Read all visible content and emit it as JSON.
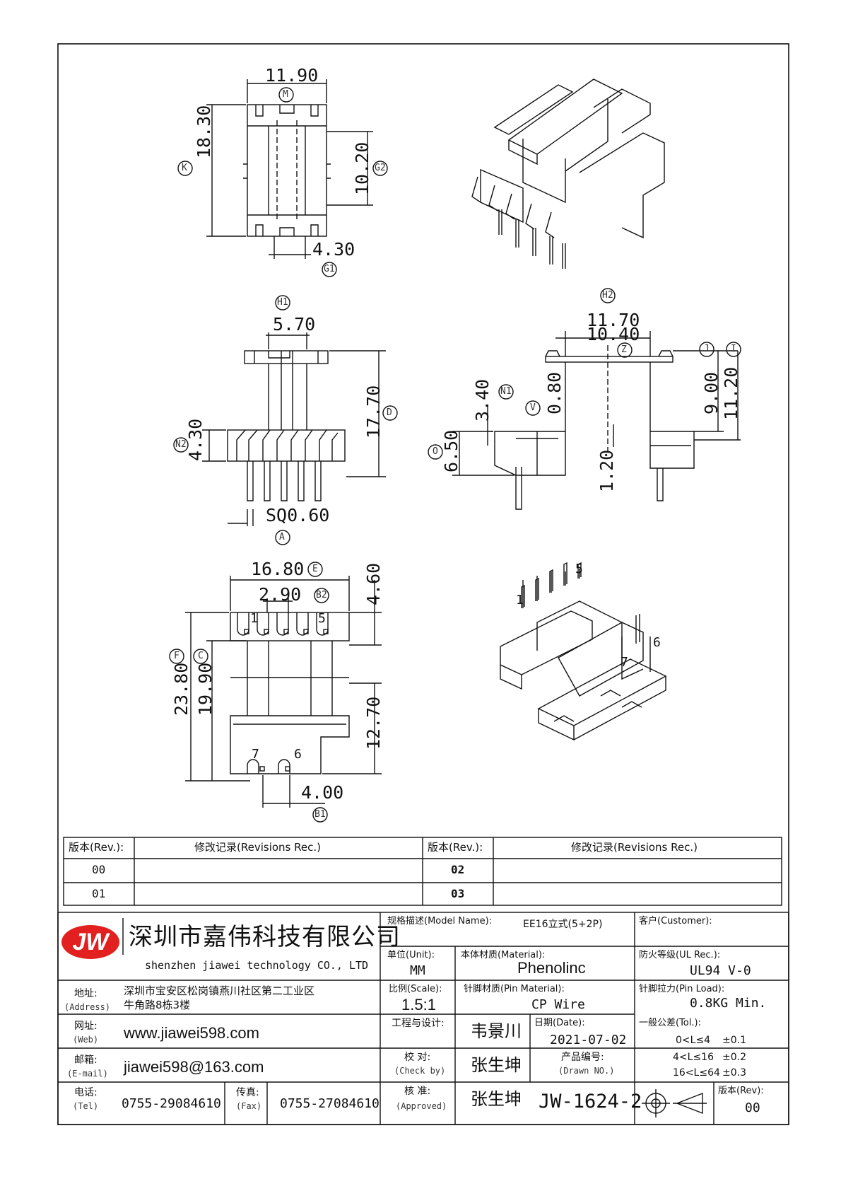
{
  "drawing": {
    "dims": {
      "w_top": "11.90",
      "h_top": "18.30",
      "g2": "10.20",
      "g1": "4.30",
      "h1": "5.70",
      "d": "17.70",
      "n2": "4.30",
      "a": "SQ0.60",
      "h2_a": "11.70",
      "h2_b": "10.40",
      "n1": "3.40",
      "v": "0.80",
      "j": "9.00",
      "i": "11.20",
      "o": "6.50",
      "pin_offset": "1.20",
      "e": "16.80",
      "b2": "2.90",
      "top_h": "4.60",
      "f": "23.80",
      "c": "19.90",
      "bottom_h": "12.70",
      "b1": "4.00"
    },
    "tags": {
      "M": "M",
      "K": "K",
      "G2": "G2",
      "G1": "G1",
      "H1": "H1",
      "D": "D",
      "N2": "N2",
      "A": "A",
      "H2": "H2",
      "Z": "Z",
      "J": "J",
      "I": "I",
      "N1": "N1",
      "V": "V",
      "O": "O",
      "E": "E",
      "B2": "B2",
      "F": "F",
      "C": "C",
      "B1": "B1"
    },
    "pins": {
      "p1": "1",
      "p5": "5",
      "p7": "7",
      "p6": "6",
      "iso1": "1",
      "iso5": "5",
      "iso6": "6",
      "iso7": "7"
    }
  },
  "revisions": {
    "h_rev": "版本(Rev.):",
    "h_rec": "修改记录(Revisions Rec.)",
    "rows": [
      "00",
      "01",
      "02",
      "03"
    ]
  },
  "title_block": {
    "company_cn": "深圳市嘉伟科技有限公司",
    "company_en": "shenzhen  jiawei  technology  CO., LTD",
    "logo": "JW",
    "address_label": "地址:",
    "address_label_en": "(Address)",
    "address_1": "深圳市宝安区松岗镇燕川社区第二工业区",
    "address_2": "牛角路8栋3楼",
    "web_label": "网址:",
    "web_label_en": "(Web)",
    "web": "www.jiawei598.com",
    "email_label": "邮箱:",
    "email_label_en": "(E-mail)",
    "email": "jiawei598@163.com",
    "tel_label": "电话:",
    "tel_label_en": "(Tel)",
    "tel": "0755-29084610",
    "fax_label": "传真:",
    "fax_label_en": "(Fax)",
    "fax": "0755-27084610",
    "model_label": "规格描述(Model Name):",
    "model": "EE16立式(5+2P)",
    "customer_label": "客户(Customer):",
    "unit_label": "单位(Unit):",
    "unit": "MM",
    "material_label": "本体材质(Material):",
    "material": "Phenolinc",
    "ul_label": "防火等级(UL Rec.):",
    "ul": "UL94 V-0",
    "scale_label": "比例(Scale):",
    "scale": "1.5:1",
    "pin_material_label": "针脚材质(Pin Material):",
    "pin_material": "CP Wire",
    "pin_load_label": "针脚拉力(Pin Load):",
    "pin_load": "0.8KG Min.",
    "design_label": "工程与设计:",
    "designer": "韦景川",
    "date_label": "日期(Date):",
    "date": "2021-07-02",
    "tol_label": "一般公差(Tol.):",
    "tol_1": "0<L≤4",
    "tol_1v": "±0.1",
    "tol_2": "4<L≤16",
    "tol_2v": "±0.2",
    "tol_3": "16<L≤64",
    "tol_3v": "±0.3",
    "check_label": "校  对:",
    "check_label_en": "(Check by)",
    "checker": "张生坤",
    "drawn_label": "产品编号:",
    "drawn_label_en": "(Drawn NO.)",
    "approved_label": "核  准:",
    "approved_label_en": "(Approved)",
    "approver": "张生坤",
    "drawing_no": "JW-1624-2",
    "rev_label": "版本(Rev):",
    "rev": "00"
  }
}
